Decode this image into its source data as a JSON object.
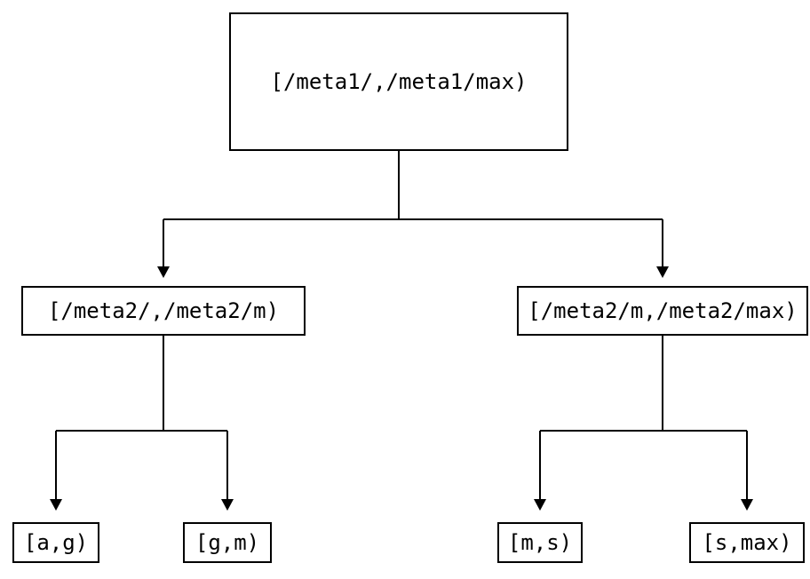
{
  "diagram": {
    "root": {
      "label": "[/meta1/,/meta1/max)"
    },
    "level2": [
      {
        "label": "[/meta2/,/meta2/m)"
      },
      {
        "label": "[/meta2/m,/meta2/max)"
      }
    ],
    "leaves": [
      {
        "label": "[a,g)"
      },
      {
        "label": "[g,m)"
      },
      {
        "label": "[m,s)"
      },
      {
        "label": "[s,max)"
      }
    ]
  }
}
